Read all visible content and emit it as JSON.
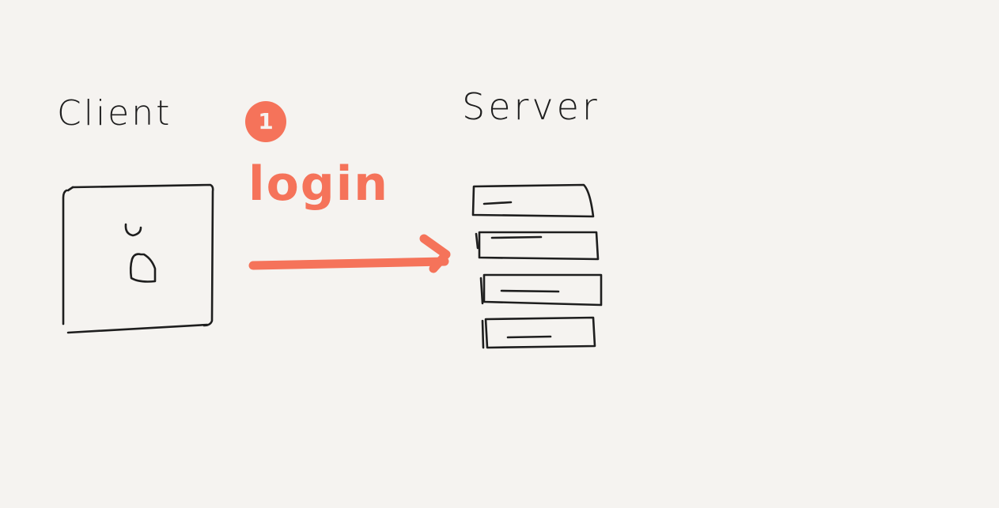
{
  "diagram": {
    "client": {
      "label": "Client"
    },
    "server": {
      "label": "Server"
    },
    "step": {
      "number": "1",
      "label": "login"
    },
    "colors": {
      "ink": "#1e1e1e",
      "accent": "#f5735a",
      "background": "#f5f3f0"
    }
  }
}
